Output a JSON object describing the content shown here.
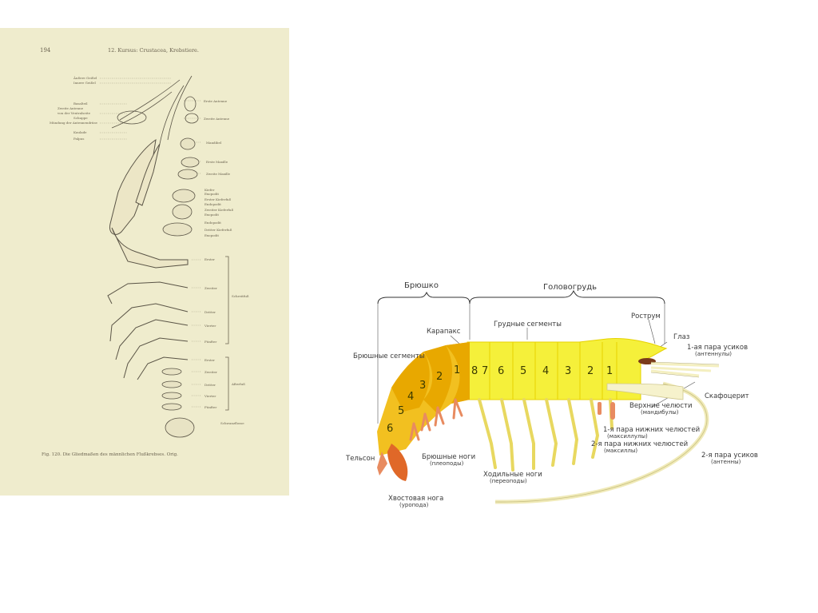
{
  "plate": {
    "page_number": "194",
    "running_head": "12. Kursus: Crustacea, Krebstiere.",
    "caption": "Fig. 120. Die Gliedmaßen des männlichen Flußkrebses. Orig.",
    "left_labels": [
      "Äußere Geißel",
      "Innere Geißel",
      "Basalteil",
      "Zweite Antenne",
      "von der Ventralseite",
      "Schuppe",
      "Mündung der Antennendrüse",
      "Kaulade",
      "Palpus"
    ],
    "right_labels": [
      "Erste Antenne",
      "Zweite Antenne",
      "Mandibel",
      "Erste Maxille",
      "Zweite Maxille",
      "Kiefer",
      "Exopodit",
      "Erster Kieferfuß",
      "Endopodit",
      "Zweiter Kieferfuß",
      "Exopodit",
      "Endopodit",
      "Dritter Kieferfuß",
      "Exopodit",
      "Erster",
      "Zweiter",
      "Dritter",
      "Vierter",
      "Fünfter",
      "Erster",
      "Zweiter",
      "Dritter",
      "Vierter",
      "Fünfter",
      "Schwanzflosse"
    ],
    "bracket_labels": [
      "Schreitfuß",
      "Afterfuß"
    ]
  },
  "diagram": {
    "header_abdomen": "Брюшко",
    "header_cephalothorax": "Головогрудь",
    "label_carapace": "Карапакс",
    "label_thoracic_segments": "Грудные сегменты",
    "label_rostrum": "Рострум",
    "label_eye": "Глаз",
    "label_antennule": "1-ая пара усиков",
    "label_antennule_sub": "(антеннулы)",
    "label_abdominal_segments": "Брюшные сегменты",
    "label_scaphocerite": "Скафоцерит",
    "label_mandible": "Верхние челюсти",
    "label_mandible_sub": "(мандибулы)",
    "label_maxillule": "1-я пара нижних  челюстей",
    "label_maxillule_sub": "(максиллулы)",
    "label_maxilla": "2-я пара нижних челюстей",
    "label_maxilla_sub": "(максиллы)",
    "label_antenna": "2-я пара усиков",
    "label_antenna_sub": "(антенны)",
    "label_telson": "Тельсон",
    "label_pleopods": "Брюшные ноги",
    "label_pleopods_sub": "(плеоподы)",
    "label_pereiopods": "Ходильные ноги",
    "label_pereiopods_sub": "(переоподы)",
    "label_uropod": "Хвостовая нога",
    "label_uropod_sub": "(уропода)",
    "thoracic_numbers": [
      "8",
      "7",
      "6",
      "5",
      "4",
      "3",
      "2",
      "1"
    ],
    "abdominal_numbers": [
      "1",
      "2",
      "3",
      "4",
      "5",
      "6"
    ],
    "colors": {
      "cephalothorax": "#f5f03a",
      "abdomen_dark": "#e8a800",
      "abdomen_light": "#f2c020",
      "legs": "#e8d860",
      "pleopods": "#e88b60",
      "antenna": "#f4efc0"
    }
  }
}
